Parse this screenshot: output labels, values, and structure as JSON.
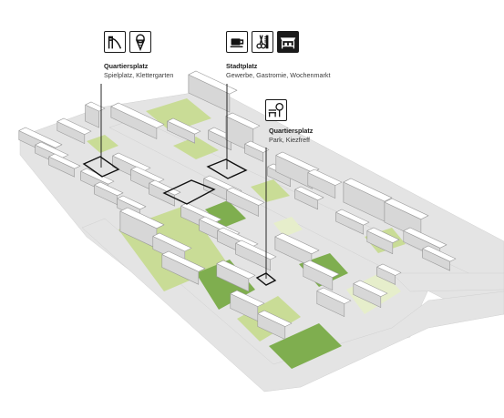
{
  "callouts": [
    {
      "title": "Quartiersplatz",
      "subtitle": "Spielplatz, Klettergarten",
      "icons": [
        "playground-slide-icon",
        "ice-cream-icon"
      ]
    },
    {
      "title": "Stadtplatz",
      "subtitle": "Gewerbe, Gastromie, Wochenmarkt",
      "icons": [
        "coffee-cup-icon",
        "scissors-comb-icon",
        "market-stall-icon"
      ]
    },
    {
      "title": "Quartiersplatz",
      "subtitle": "Park, Kiezfreff",
      "icons": [
        "park-bench-tree-icon"
      ]
    }
  ],
  "colors": {
    "road": "#e3e3e3",
    "building_top": "#ffffff",
    "building_side": "#d7d7d7",
    "building_edge": "#9a9a9a",
    "green_dark": "#7fae4f",
    "green_light": "#c9dc96",
    "green_pale": "#e6eecb",
    "marker": "#111111"
  }
}
